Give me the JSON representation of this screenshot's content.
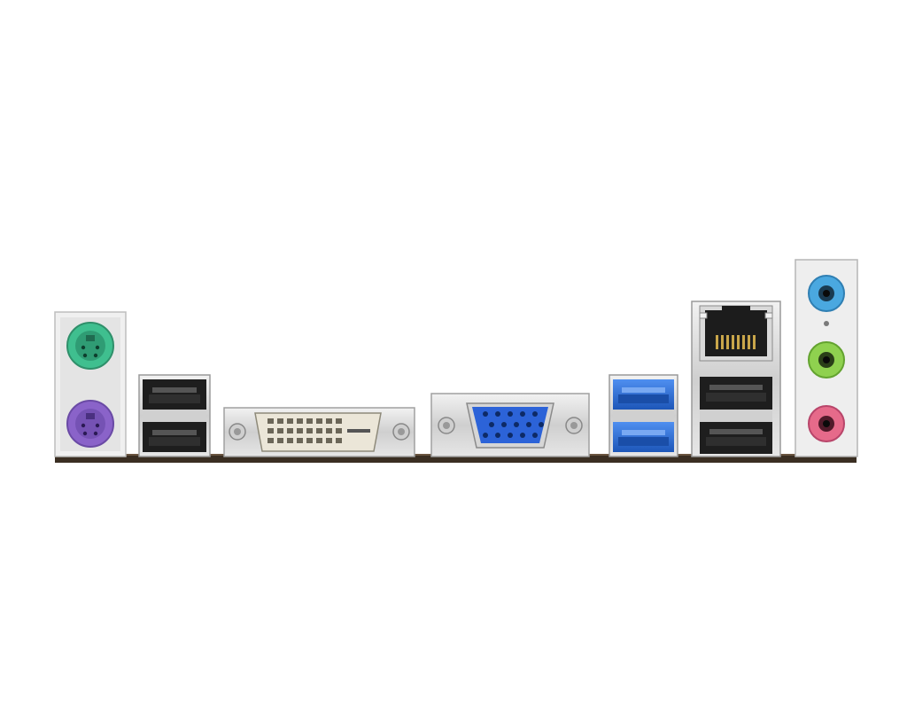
{
  "colors": {
    "background": "#ffffff",
    "pcb": "#3a2e22",
    "ps2_mouse": "#3fbf8f",
    "ps2_keyboard": "#8a63c9",
    "usb3_blue": "#2a6fd6",
    "vga_blue": "#2c63d8",
    "audio_line_in": "#4aa8e0",
    "audio_line_out": "#8fd14f",
    "audio_mic": "#e66a8a",
    "metal": "#d8d8d8",
    "usb_black": "#1e1e1e"
  },
  "ports": {
    "ps2_mouse": "ps2-port",
    "ps2_keyboard": "ps2-port",
    "usb2_stack": "usb-port",
    "dvi": "dvi-port",
    "vga": "vga-port",
    "usb3_stack": "usb3-port",
    "lan": "rj45-port",
    "lan_usb_stack": "usb-port",
    "audio": "audio-jack"
  }
}
